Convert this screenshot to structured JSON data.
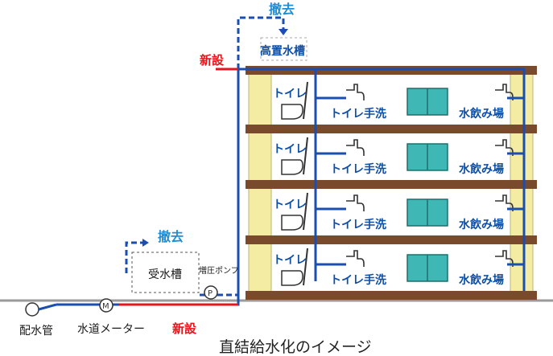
{
  "labels": {
    "removed_top": "撤去",
    "removed_bottom": "撤去",
    "new_top": "新設",
    "new_bottom": "新設",
    "high_tank": "高置水槽",
    "receiving_tank": "受水槽",
    "booster_pump": "増圧ポンプ",
    "pump_symbol": "P",
    "meter_symbol": "M",
    "distribution_pipe": "配水管",
    "water_meter": "水道メーター",
    "caption": "直結給水化のイメージ"
  },
  "floors": [
    {
      "toilet": "トイレ",
      "handwash": "トイレ手洗",
      "fountain": "水飲み場"
    },
    {
      "toilet": "トイレ",
      "handwash": "トイレ手洗",
      "fountain": "水飲み場"
    },
    {
      "toilet": "トイレ",
      "handwash": "トイレ手洗",
      "fountain": "水飲み場"
    },
    {
      "toilet": "トイレ",
      "handwash": "トイレ手洗",
      "fountain": "水飲み場"
    }
  ],
  "colors": {
    "new_pipe": "#e4161d",
    "supply_pipe": "#1a4fb0",
    "removed_pipe": "#1a4fb0",
    "slab": "#7a4a2c",
    "column": "#f3eca2",
    "window": "#3fb7b4"
  }
}
